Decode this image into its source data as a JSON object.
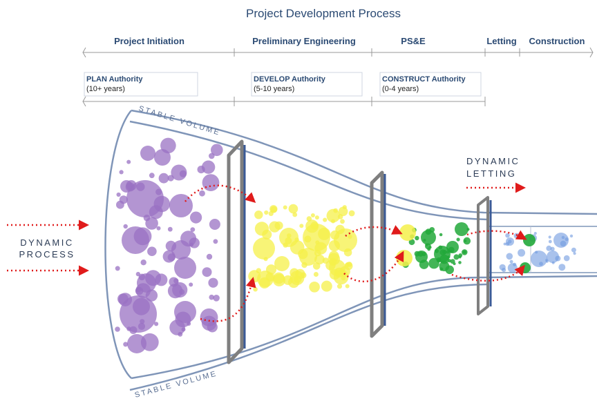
{
  "title": "Project Development Process",
  "phases": [
    "Project Initiation",
    "Preliminary Engineering",
    "PS&E",
    "Letting",
    "Construction"
  ],
  "authorities": [
    {
      "name": "PLAN Authority",
      "years": "(10+ years)"
    },
    {
      "name": "DEVELOP Authority",
      "years": "(5-10 years)"
    },
    {
      "name": "CONSTRUCT Authority",
      "years": "(0-4 years)"
    }
  ],
  "labels": {
    "stable_volume": "STABLE VOLUME",
    "dynamic_letting_1": "DYNAMIC",
    "dynamic_letting_2": "LETTING",
    "dynamic_process_1": "DYNAMIC",
    "dynamic_process_2": "PROCESS"
  },
  "colors": {
    "title": "#2b4a73",
    "funnel": "#7f95b8",
    "initiation": "#9a72c3",
    "preliminary": "#f5f04a",
    "pse": "#22a83a",
    "construction": "#6f9ae0",
    "arrow": "#e01b1b"
  }
}
